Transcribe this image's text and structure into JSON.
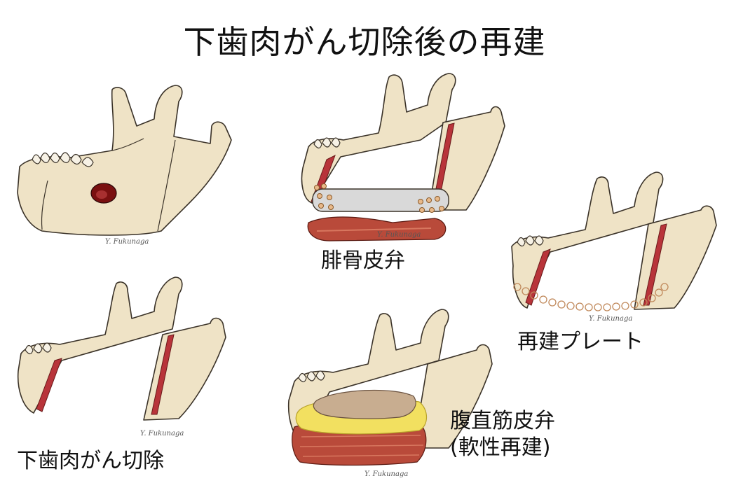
{
  "title": "下歯肉がん切除後の再建",
  "labels": {
    "fibula": "腓骨皮弁",
    "plate": "再建プレート",
    "resection": "下歯肉がん切除",
    "rectus_line1": "腹直筋皮弁",
    "rectus_line2": "(軟性再建)"
  },
  "signature": "Y. Fukunaga",
  "colors": {
    "bone": "#efe3c6",
    "bone_edge": "#3a3228",
    "tumor": "#7a1010",
    "cut_edge": "#b8343a",
    "fibula_graft": "#d9d9d9",
    "flap_muscle": "#b94a3a",
    "plate": "#e8b98a",
    "fat": "#f2e060",
    "skin": "#c8ad90"
  }
}
